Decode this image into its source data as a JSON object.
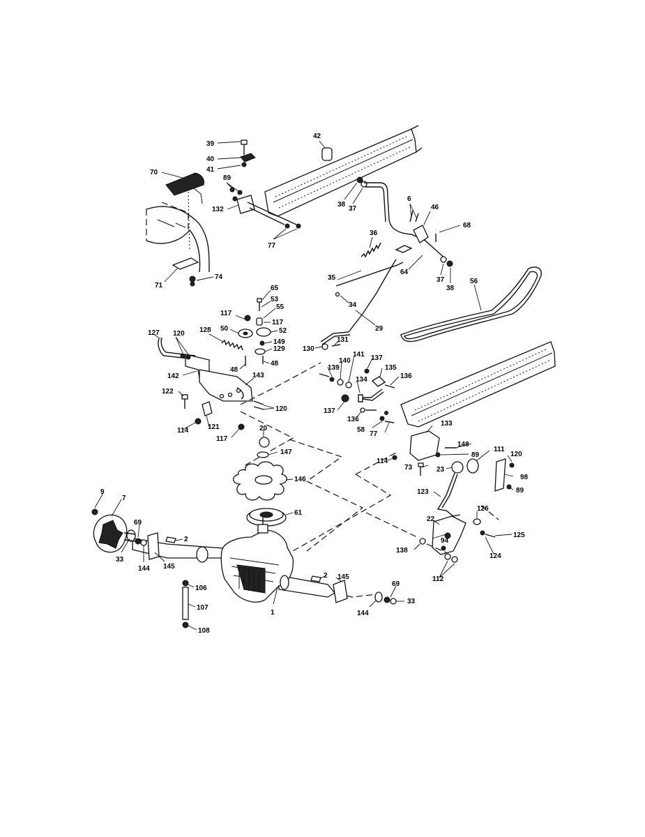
{
  "diagram": {
    "labels": [
      "39",
      "40",
      "41",
      "70",
      "89",
      "132",
      "77",
      "42",
      "38",
      "37",
      "6",
      "46",
      "68",
      "64",
      "37",
      "38",
      "36",
      "35",
      "34",
      "29",
      "56",
      "71",
      "74",
      "65",
      "53",
      "55",
      "117",
      "117",
      "50",
      "52",
      "149",
      "129",
      "48",
      "48",
      "127",
      "120",
      "128",
      "142",
      "143",
      "122",
      "120",
      "114",
      "121",
      "117",
      "130",
      "131",
      "139",
      "140",
      "141",
      "137",
      "135",
      "136",
      "134",
      "137",
      "136",
      "58",
      "77",
      "133",
      "148",
      "111",
      "120",
      "89",
      "114",
      "73",
      "23",
      "98",
      "89",
      "20",
      "147",
      "146",
      "61",
      "9",
      "7",
      "69",
      "33",
      "144",
      "145",
      "2",
      "2",
      "106",
      "107",
      "108",
      "1",
      "145",
      "144",
      "69",
      "33",
      "123",
      "22",
      "126",
      "94",
      "125",
      "124",
      "138",
      "112"
    ]
  }
}
